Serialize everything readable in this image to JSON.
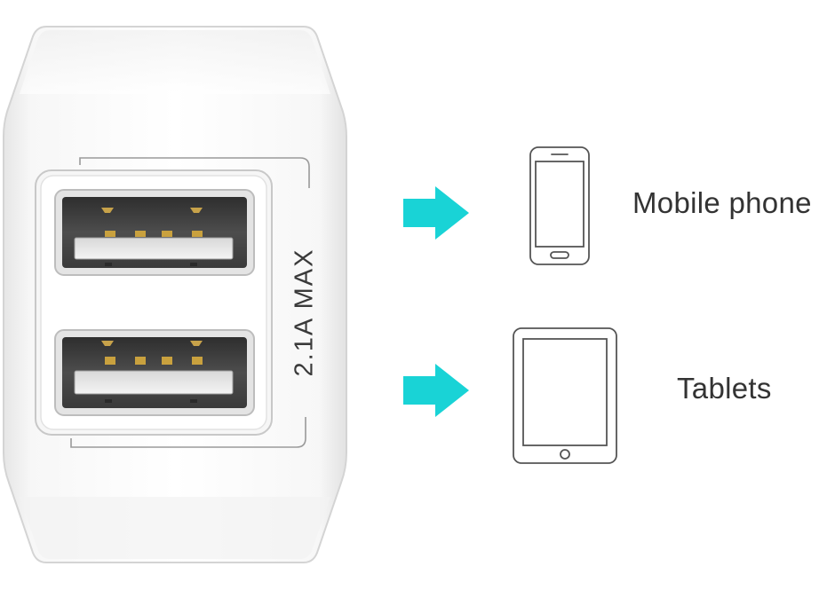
{
  "charger": {
    "rating": "2.1A MAX"
  },
  "devices": [
    {
      "label": "Mobile phone",
      "icon": "mobile-phone-icon"
    },
    {
      "label": "Tablets",
      "icon": "tablet-icon"
    }
  ],
  "colors": {
    "arrow": "#19d3d6",
    "text": "#333333",
    "outline": "#555555",
    "charger_body": "#ffffff",
    "usb_port": "#4a4a4a",
    "usb_contact": "#c8a040"
  }
}
